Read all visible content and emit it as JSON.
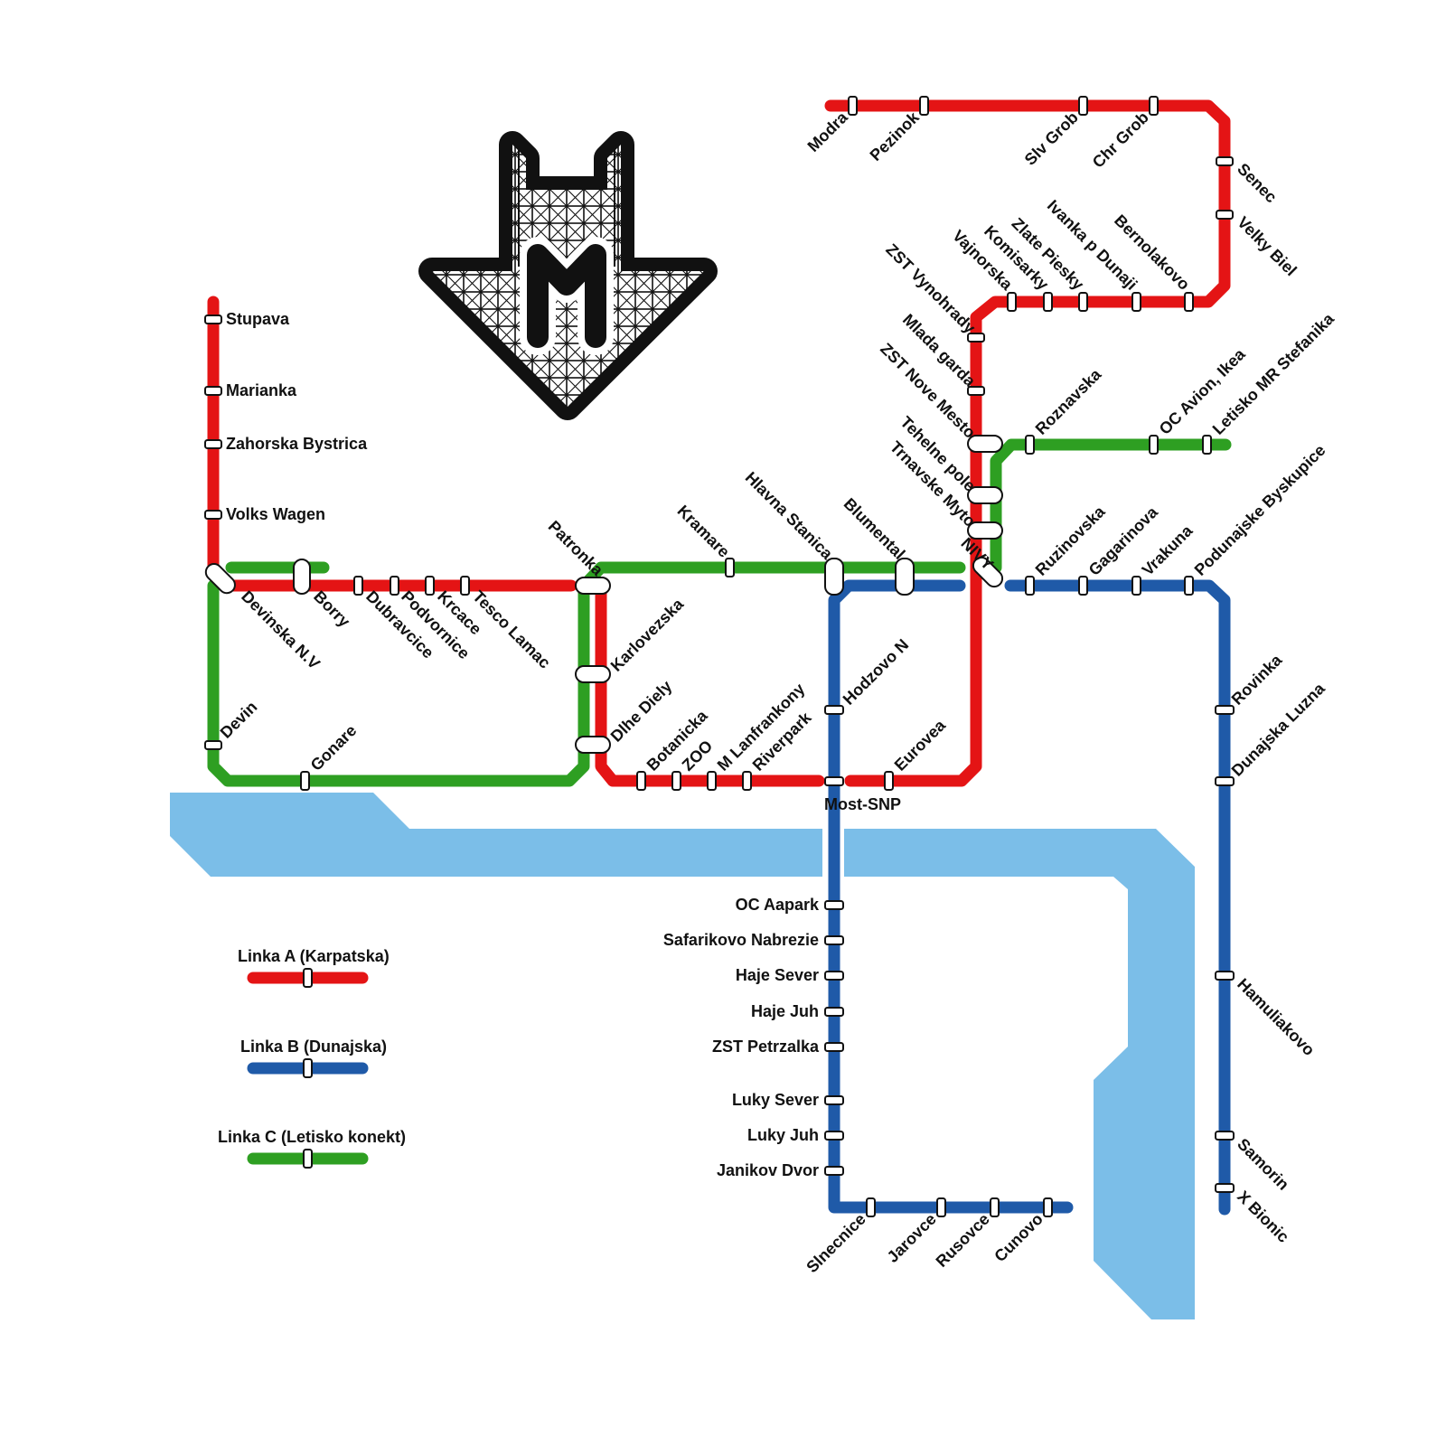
{
  "colors": {
    "line_a": "#e41415",
    "line_b": "#1f5aa8",
    "line_c": "#2e9f22",
    "river": "#7bbee8",
    "logo": "#111111"
  },
  "icons": {
    "metro_logo": "metro-m-logo"
  },
  "legend": {
    "a": "Linka A (Karpatska)",
    "b": "Linka B (Dunajska)",
    "c": "Linka C (Letisko konekt)"
  },
  "stations": {
    "stupava": "Stupava",
    "marianka": "Marianka",
    "zahorska_bystrica": "Zahorska Bystrica",
    "volks_wagen": "Volks Wagen",
    "devinska_nv": "Devinska N.V",
    "borry": "Borry",
    "dubravcice": "Dubravcice",
    "podvornice": "Podvornice",
    "krcace": "Krcace",
    "tesco_lamac": "Tesco Lamac",
    "patronka": "Patronka",
    "karlovezska": "Karlovezska",
    "dlhe_diely": "Dlhe Diely",
    "botanicka": "Botanicka",
    "zoo": "ZOO",
    "m_lanfrankony": "M Lanfrankony",
    "riverpark": "Riverpark",
    "most_snp": "Most-SNP",
    "eurovea": "Eurovea",
    "nivy": "NIVY",
    "trnavske_myto": "Trnavske Myto",
    "tehelne_pole": "Tehelne pole",
    "zst_nove_mesto": "ZST Nove Mesto",
    "mlada_garda": "Mlada garda",
    "zst_vynohrady": "ZST Vynohrady",
    "vajnorska": "Vajnorska",
    "komisarky": "Komisarky",
    "zlate_piesky": "Zlate Piesky",
    "ivanka": "Ivanka p Dunaji",
    "bernolakovo": "Bernolakovo",
    "velky_biel": "Velky Biel",
    "senec": "Senec",
    "chr_grob": "Chr Grob",
    "slv_grob": "Slv Grob",
    "pezinok": "Pezinok",
    "modra": "Modra",
    "devin": "Devin",
    "gonare": "Gonare",
    "kramare": "Kramare",
    "hlavna_stanica": "Hlavna Stanica",
    "blumental": "Blumental",
    "roznavska": "Roznavska",
    "oc_avion": "OC Avion, Ikea",
    "letisko": "Letisko MR Stefanika",
    "hodzovo": "Hodzovo N",
    "ruzinovska": "Ruzinovska",
    "gagarinova": "Gagarinova",
    "vrakuna": "Vrakuna",
    "podunajske": "Podunajske Byskupice",
    "rovinka": "Rovinka",
    "dunajska_luzna": "Dunajska Luzna",
    "hamuliakovo": "Hamuliakovo",
    "samorin": "Samorin",
    "x_bionic": "X Bionic",
    "oc_aapark": "OC Aapark",
    "safarikovo": "Safarikovo Nabrezie",
    "haje_sever": "Haje Sever",
    "haje_juh": "Haje Juh",
    "zst_petrzalka": "ZST Petrzalka",
    "luky_sever": "Luky Sever",
    "luky_juh": "Luky Juh",
    "janikov_dvor": "Janikov Dvor",
    "slnecnice": "Slnecnice",
    "jarovce": "Jarovce",
    "rusovce": "Rusovce",
    "cunovo": "Cunovo"
  }
}
